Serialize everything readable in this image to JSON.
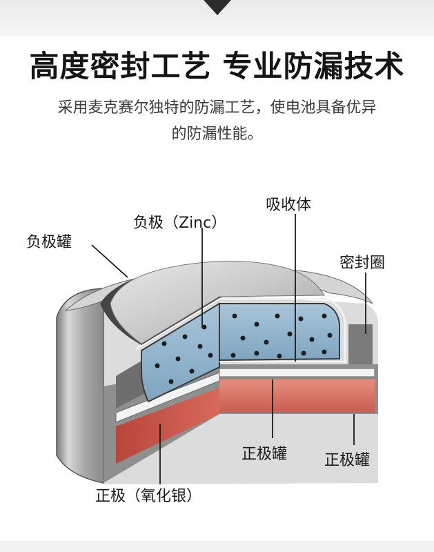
{
  "header": {
    "title": "高度密封工艺 专业防漏技术",
    "desc_line1": "采用麦克赛尔独特的防漏工艺，使电池具备优异",
    "desc_line2": "的防漏性能。"
  },
  "labels": {
    "neg_can": "负极罐",
    "neg_electrode": "负极（Zinc）",
    "absorber": "吸收体",
    "gasket": "密封圈",
    "pos_can_center": "正极罐",
    "pos_can_right": "正极罐",
    "pos_electrode": "正极（氧化银）"
  },
  "colors": {
    "zinc": "#8fb4cd",
    "silver_oxide": "#d9786a",
    "metal": "#bfbfbf"
  }
}
